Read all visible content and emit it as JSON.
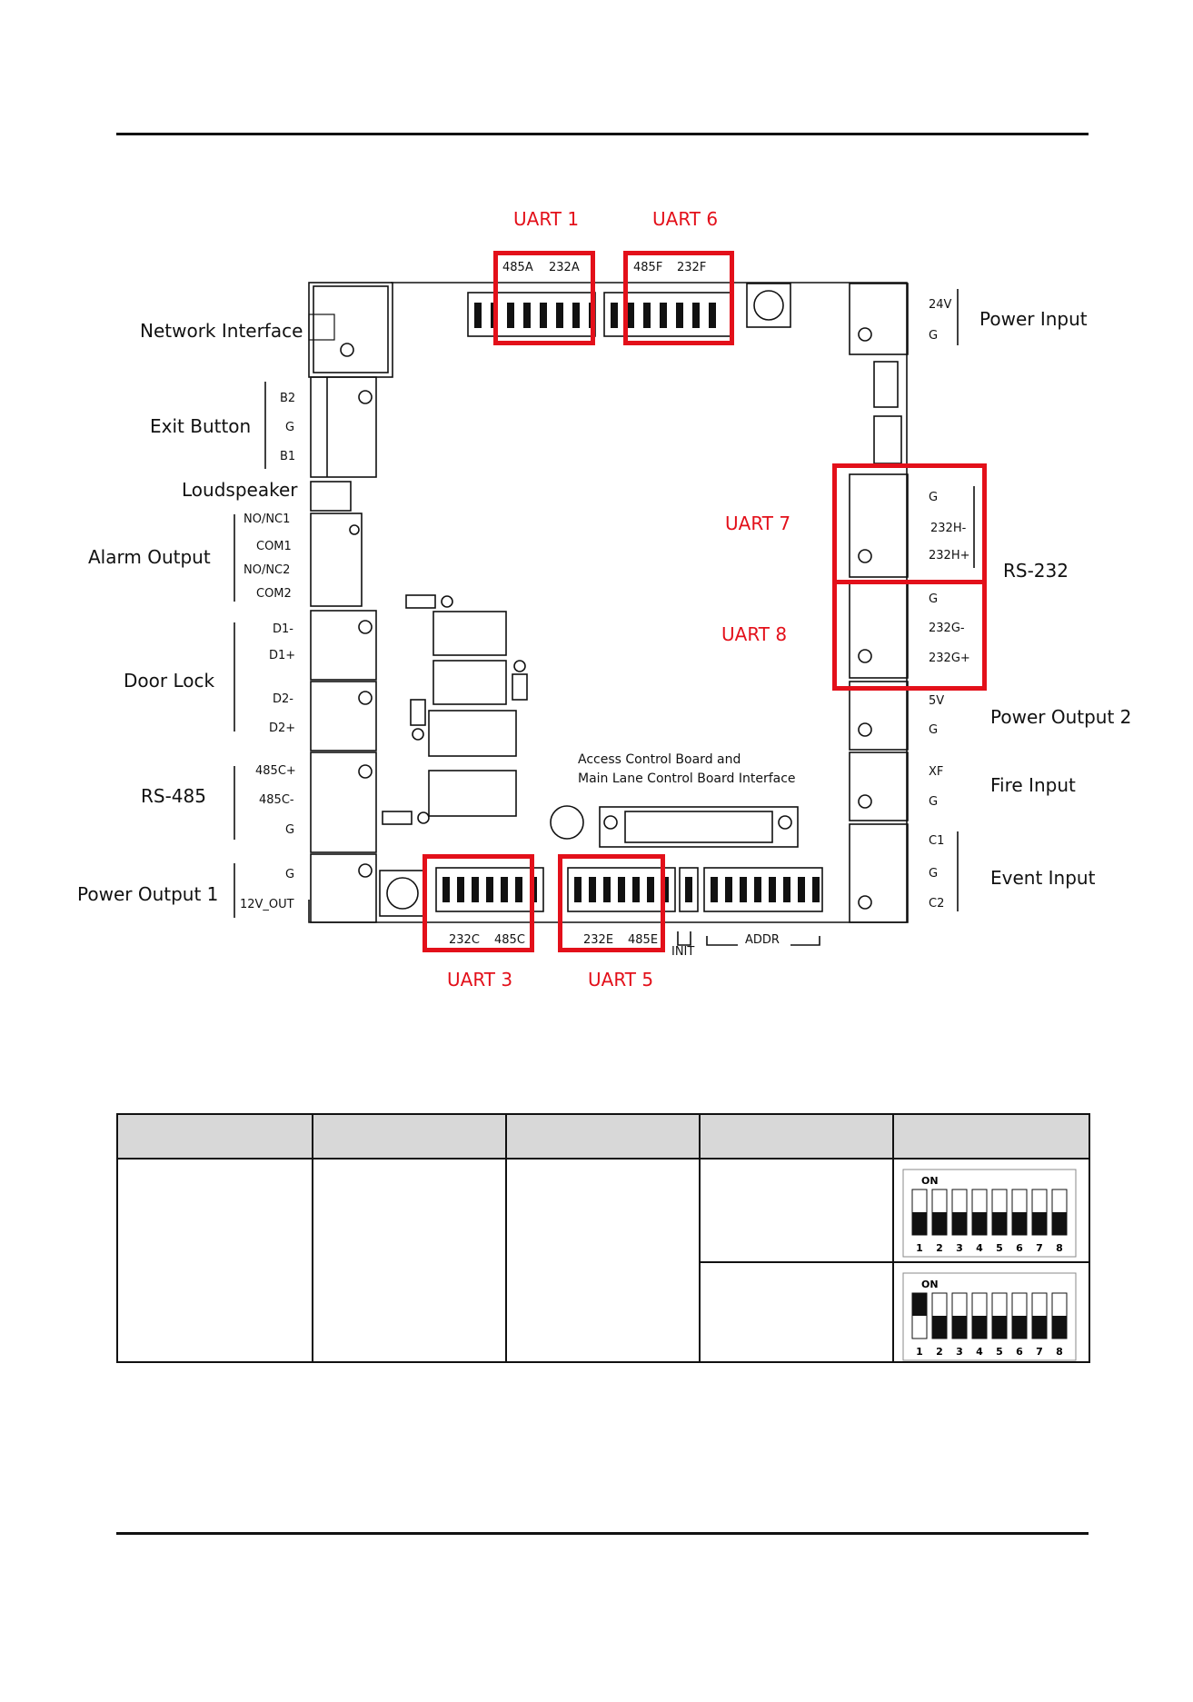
{
  "labels_left": {
    "network_interface": "Network Interface",
    "exit_button": "Exit Button",
    "loudspeaker": "Loudspeaker",
    "alarm_output": "Alarm Output",
    "door_lock": "Door Lock",
    "rs485": "RS-485",
    "power_output_1": "Power Output 1"
  },
  "labels_right": {
    "power_input": "Power Input",
    "rs232": "RS-232",
    "power_output_2": "Power Output 2",
    "fire_input": "Fire Input",
    "event_input": "Event Input"
  },
  "pins": {
    "b2": "B2",
    "g1": "G",
    "b1": "B1",
    "no_nc1": "NO/NC1",
    "com1": "COM1",
    "no_nc2": "NO/NC2",
    "com2": "COM2",
    "d1m": "D1-",
    "d1p": "D1+",
    "d2m": "D2-",
    "d2p": "D2+",
    "c485p": "485C+",
    "c485m": "485C-",
    "g485": "G",
    "gpo1": "G",
    "v12out": "12V_OUT",
    "v24": "24V",
    "gpi": "G",
    "g232h": "G",
    "h232m": "232H-",
    "h232p": "232H+",
    "g232g": "G",
    "g232m": "232G-",
    "g232p": "232G+",
    "v5": "5V",
    "gpo2": "G",
    "xf": "XF",
    "gfire": "G",
    "c1": "C1",
    "gev": "G",
    "c2": "C2"
  },
  "uart": {
    "uart1": "UART 1",
    "uart6": "UART 6",
    "uart7": "UART 7",
    "uart8": "UART 8",
    "uart3": "UART 3",
    "uart5": "UART 5"
  },
  "dip_labels": {
    "a485": "485A",
    "a232": "232A",
    "f485": "485F",
    "f232": "232F",
    "c232": "232C",
    "c485": "485C",
    "e232": "232E",
    "e485": "485E",
    "init": "INIT",
    "addr": "ADDR"
  },
  "interface": {
    "line1": "Access Control Board and",
    "line2": "Main Lane Control Board Interface"
  },
  "dip_switch_table": {
    "on_label": "ON",
    "numbers": [
      "1",
      "2",
      "3",
      "4",
      "5",
      "6",
      "7",
      "8"
    ],
    "row1_on": [
      false,
      false,
      false,
      false,
      false,
      false,
      false,
      false
    ],
    "row2_on": [
      true,
      false,
      false,
      false,
      false,
      false,
      false,
      false
    ]
  },
  "colors": {
    "highlight": "#e3101a",
    "header_bg": "#d8d8d8"
  }
}
